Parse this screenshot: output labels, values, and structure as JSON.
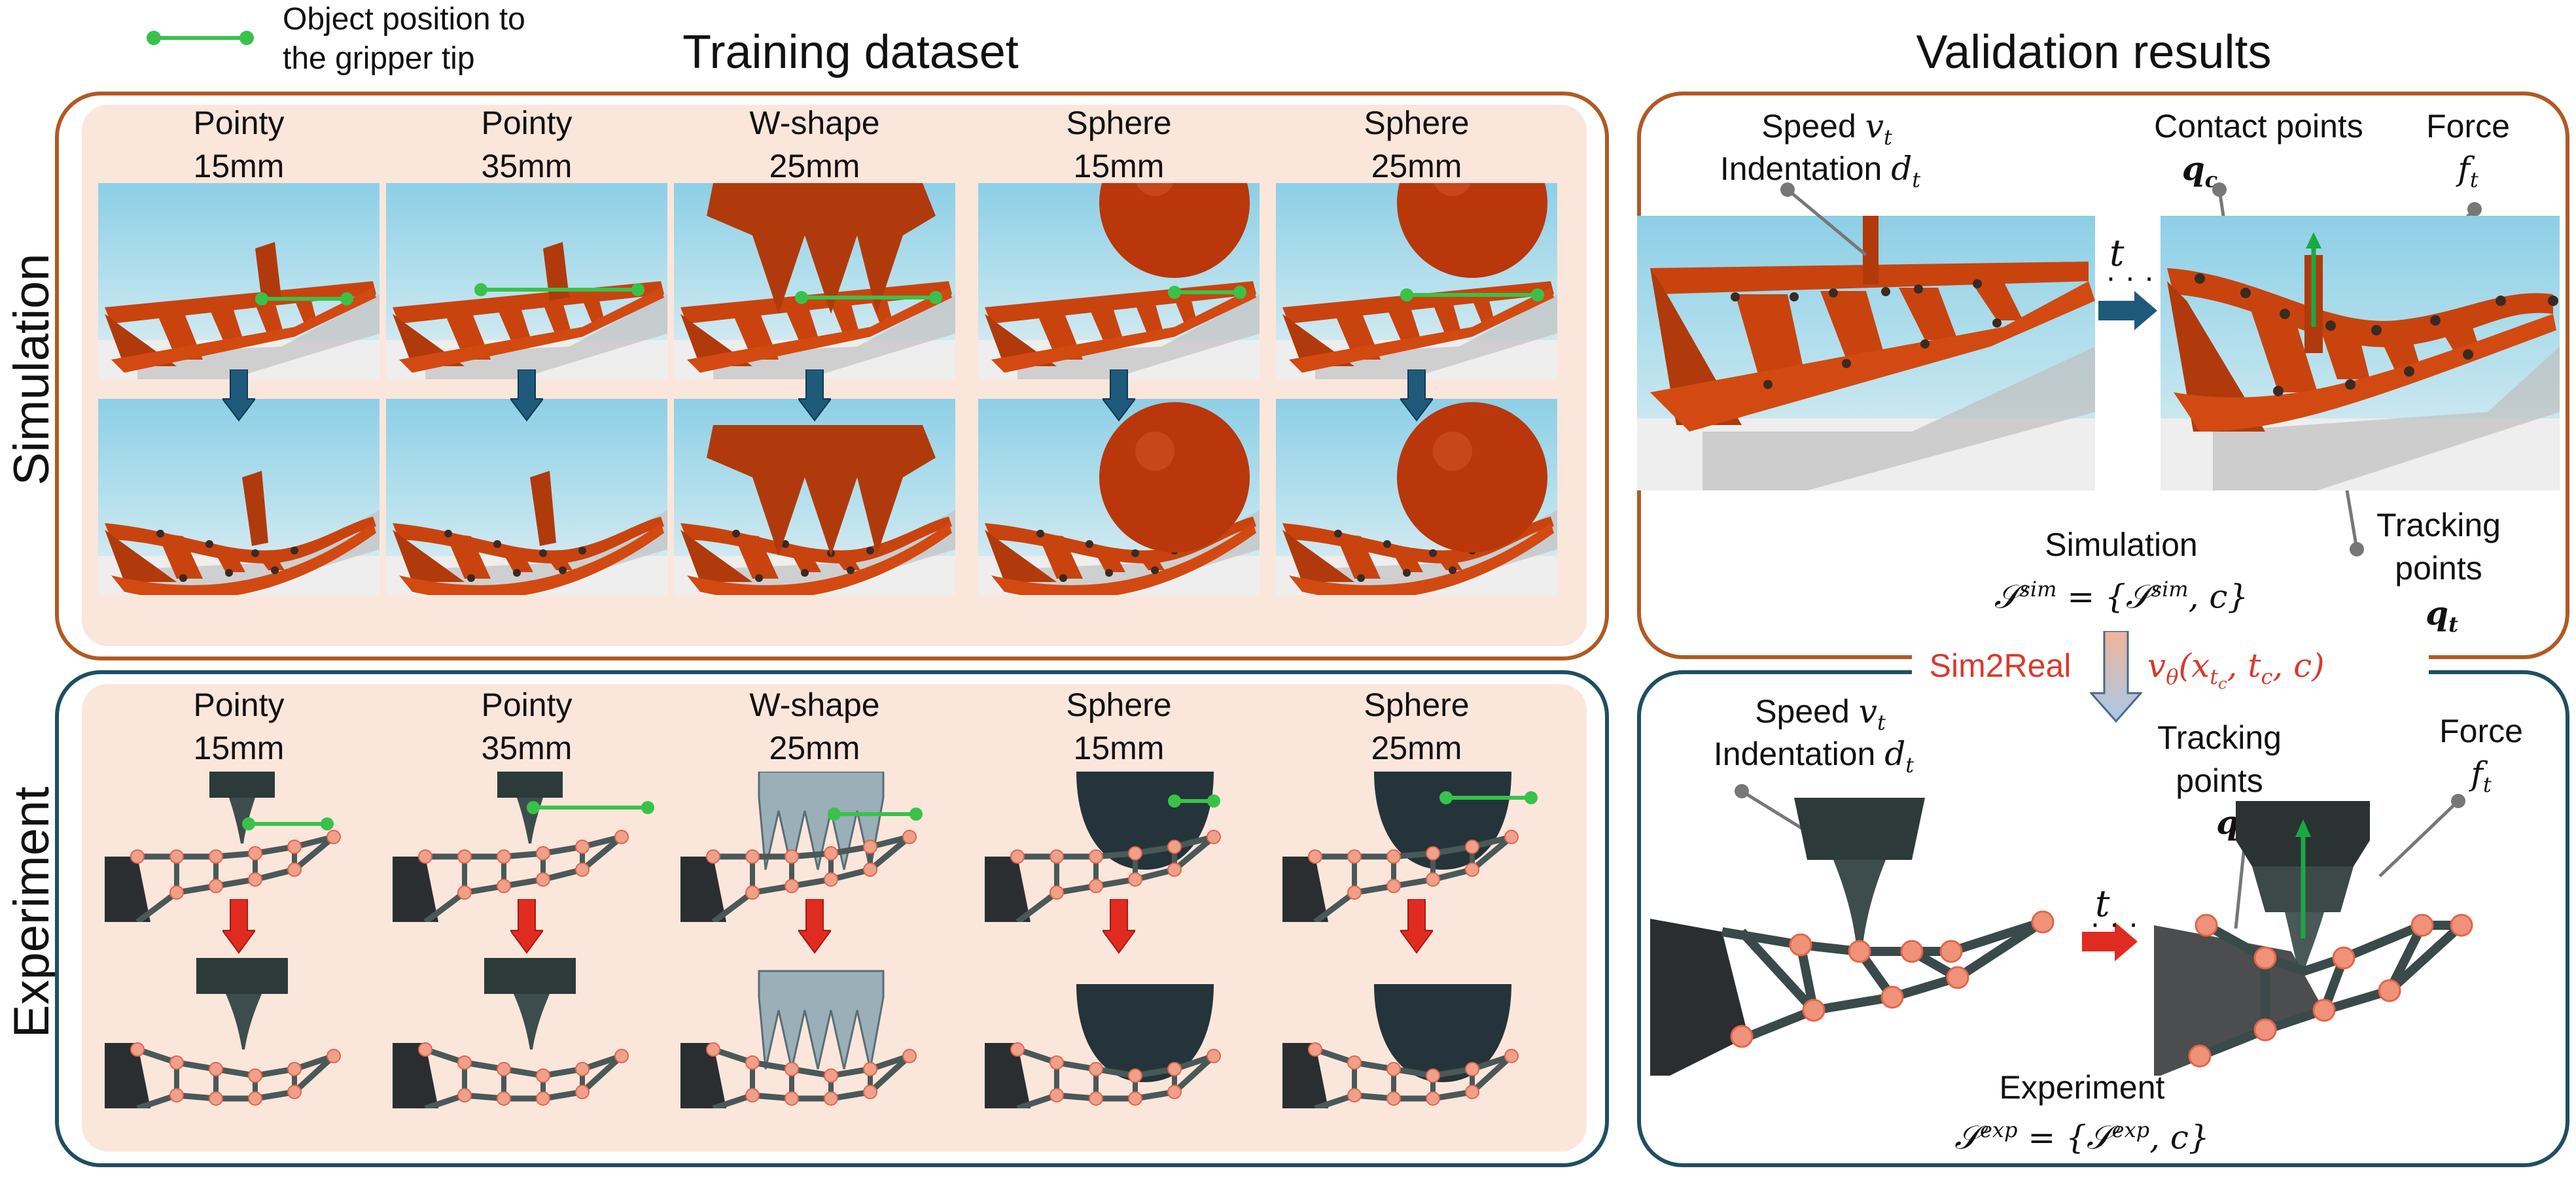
{
  "legend": {
    "text": "Object position to\nthe gripper tip",
    "color": "#39c24a"
  },
  "training": {
    "title": "Training dataset",
    "sim_row_label": "Simulation",
    "exp_row_label": "Experiment",
    "sim_columns": [
      {
        "name": "Pointy",
        "size": "15mm",
        "shape": "pointy"
      },
      {
        "name": "Pointy",
        "size": "35mm",
        "shape": "pointy"
      },
      {
        "name": "W-shape",
        "size": "25mm",
        "shape": "w"
      },
      {
        "name": "Sphere",
        "size": "15mm",
        "shape": "sphere"
      },
      {
        "name": "Sphere",
        "size": "25mm",
        "shape": "sphere"
      }
    ],
    "exp_columns": [
      {
        "name": "Pointy",
        "size": "15mm",
        "shape": "pointy"
      },
      {
        "name": "Pointy",
        "size": "35mm",
        "shape": "pointy"
      },
      {
        "name": "W-shape",
        "size": "25mm",
        "shape": "w"
      },
      {
        "name": "Sphere",
        "size": "15mm",
        "shape": "sphere"
      },
      {
        "name": "Sphere",
        "size": "25mm",
        "shape": "sphere"
      }
    ]
  },
  "validation": {
    "title": "Validation results",
    "sim": {
      "speed": "Speed",
      "speed_sym": "v",
      "speed_sub": "t",
      "indent": "Indentation",
      "indent_sym": "d",
      "indent_sub": "t",
      "contact": "Contact points",
      "contact_sym": "q",
      "contact_sub": "c",
      "force": "Force",
      "force_sym": "f",
      "force_sub": "t",
      "time": "t",
      "tracking": "Tracking\npoints",
      "tracking_sym": "q",
      "tracking_sub": "t",
      "caption": "Simulation",
      "set": "𝒮",
      "set_sup": "sim",
      "set_rhs": " = {𝒮",
      "set_rhs_sup": "sim",
      "set_rhs_tail": ", c}"
    },
    "bridge": {
      "label": "Sim2Real",
      "fn": "v",
      "fn_sub": "θ",
      "fn_args": "(x",
      "fn_args_sub": "t",
      "fn_args_subsub": "c",
      "fn_rest": ", t",
      "fn_rest_sub": "c",
      "fn_tail": ", c)"
    },
    "exp": {
      "speed": "Speed",
      "speed_sym": "v",
      "speed_sub": "t",
      "indent": "Indentation",
      "indent_sym": "d",
      "indent_sub": "t",
      "tracking": "Tracking\npoints",
      "tracking_sym": "q",
      "tracking_sub": "t",
      "force": "Force",
      "force_sym": "f",
      "force_sub": "t",
      "time": "t",
      "caption": "Experiment",
      "set": "𝒮",
      "set_sup": "exp",
      "set_rhs": " = {𝒮",
      "set_rhs_sup": "exp",
      "set_rhs_tail": ", c}"
    }
  },
  "colors": {
    "sim_border": "#b05a24",
    "exp_border": "#1f4e62",
    "panel_fill": "#fbe6dc",
    "gripper_orange": "#c9430f",
    "arrow_blue": "#1f5a7a",
    "arrow_red": "#e02b20",
    "marker_green": "#39c24a"
  }
}
